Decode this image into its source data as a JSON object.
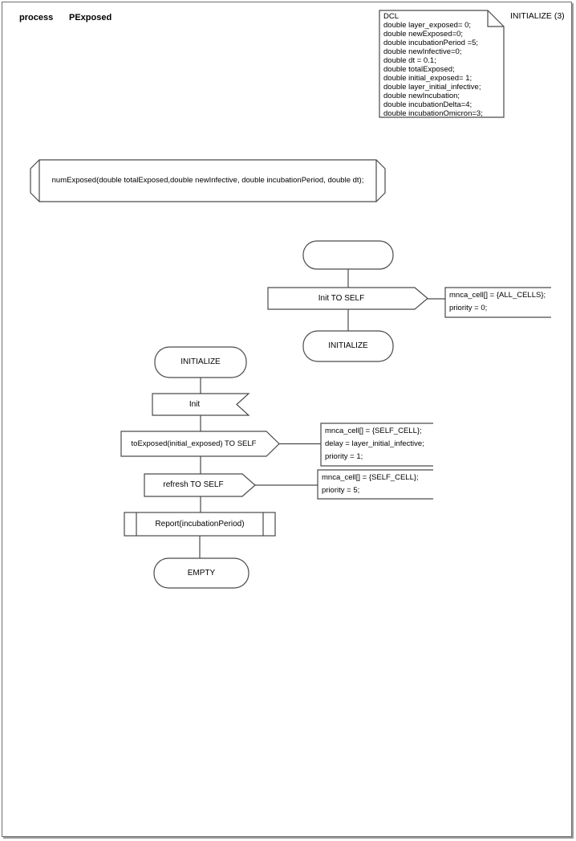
{
  "header": {
    "kind_label": "process",
    "name_label": "PExposed",
    "page_label": "INITIALIZE (3)"
  },
  "colors": {
    "stroke": "#4a4a4a",
    "background": "#ffffff",
    "text": "#000000"
  },
  "declarations": {
    "lines": [
      "DCL",
      "double layer_exposed= 0;",
      "double newExposed=0;",
      "double incubationPeriod =5;",
      "double newInfective=0;",
      "double dt = 0.1;",
      "double totalExposed;",
      "double initial_exposed= 1;",
      "double layer_initial_infective;",
      "double newIncubation;",
      "double incubationDelta=4;",
      "double incubationOmicron=3;"
    ]
  },
  "procedure_declaration": {
    "text": "numExposed(double totalExposed,double newInfective, double incubationPeriod, double dt);"
  },
  "flow_right": {
    "output_init": "Init TO SELF",
    "state_initialize": "INITIALIZE",
    "comment_init": {
      "lines": [
        "mnca_cell[] = {ALL_CELLS};",
        "priority = 0;"
      ]
    }
  },
  "flow_left": {
    "state_initialize": "INITIALIZE",
    "input_init": "Init",
    "output_toexposed": "toExposed(initial_exposed) TO SELF",
    "comment_toexposed": {
      "lines": [
        "mnca_cell[] = {SELF_CELL};",
        "delay = layer_initial_infective;",
        "priority = 1;"
      ]
    },
    "output_refresh": "refresh TO SELF",
    "comment_refresh": {
      "lines": [
        "mnca_cell[] = {SELF_CELL};",
        "priority = 5;"
      ]
    },
    "procedure_call": "Report(incubationPeriod)",
    "state_empty": "EMPTY"
  }
}
